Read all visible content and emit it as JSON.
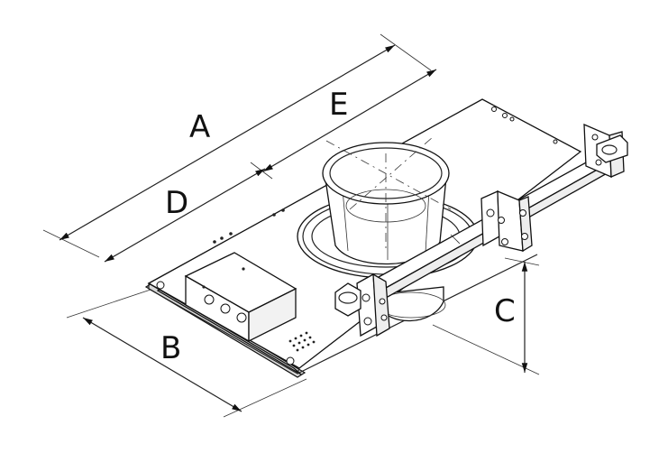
{
  "diagram": {
    "labels": {
      "a": "A",
      "b": "B",
      "c": "C",
      "d": "D",
      "e": "E"
    },
    "colors": {
      "line": "#222222",
      "fill": "#ffffff",
      "shade": "#d9d9d9",
      "background": "#ffffff"
    }
  }
}
